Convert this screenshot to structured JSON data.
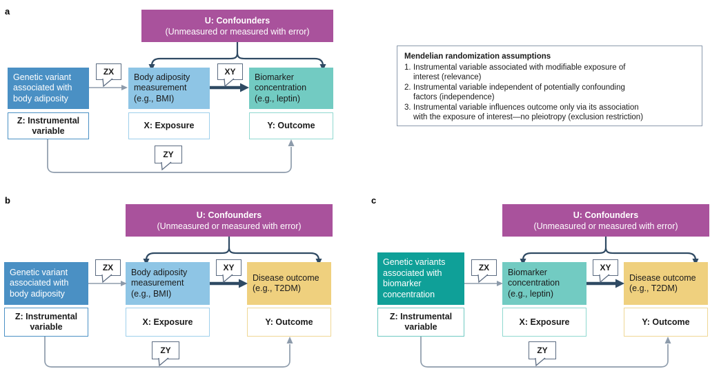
{
  "panels": [
    {
      "letter": "a",
      "confounder": {
        "title": "U: Confounders",
        "subtitle": "(Unmeasured or measured with error)",
        "color": "#a9529c"
      },
      "nodes": [
        {
          "id": "z",
          "lines": [
            "Genetic variant",
            "associated with",
            "body adiposity"
          ],
          "color": "#4a90c4",
          "text_color": "#ffffff",
          "label": "Z: Instrumental variable",
          "label_lines": [
            "Z: Instrumental",
            "variable"
          ],
          "label_border": "#4a90c4"
        },
        {
          "id": "x",
          "lines": [
            "Body adiposity",
            "measurement",
            "(e.g., BMI)"
          ],
          "color": "#8ec5e5",
          "text_color": "#1a1a1a",
          "label": "X: Exposure",
          "label_lines": [
            "X: Exposure"
          ],
          "label_border": "#9ecfeb"
        },
        {
          "id": "y",
          "lines": [
            "Biomarker",
            "concentration",
            "(e.g., leptin)"
          ],
          "color": "#72cbc2",
          "text_color": "#1a1a1a",
          "label": "Y: Outcome",
          "label_lines": [
            "Y: Outcome"
          ],
          "label_border": "#8fd8d0"
        }
      ],
      "edges": {
        "zx": "ZX",
        "xy": "XY",
        "zy": "ZY"
      }
    },
    {
      "letter": "b",
      "confounder": {
        "title": "U: Confounders",
        "subtitle": "(Unmeasured or measured with error)",
        "color": "#a9529c"
      },
      "nodes": [
        {
          "id": "z",
          "lines": [
            "Genetic variant",
            "associated with",
            "body adiposity"
          ],
          "color": "#4a90c4",
          "text_color": "#ffffff",
          "label": "Z: Instrumental variable",
          "label_lines": [
            "Z: Instrumental",
            "variable"
          ],
          "label_border": "#4a90c4"
        },
        {
          "id": "x",
          "lines": [
            "Body adiposity",
            "measurement",
            "(e.g., BMI)"
          ],
          "color": "#8ec5e5",
          "text_color": "#1a1a1a",
          "label": "X: Exposure",
          "label_lines": [
            "X: Exposure"
          ],
          "label_border": "#9ecfeb"
        },
        {
          "id": "y",
          "lines": [
            "Disease outcome",
            "(e.g., T2DM)"
          ],
          "color": "#efd07e",
          "text_color": "#1a1a1a",
          "label": "Y: Outcome",
          "label_lines": [
            "Y: Outcome"
          ],
          "label_border": "#efd795"
        }
      ],
      "edges": {
        "zx": "ZX",
        "xy": "XY",
        "zy": "ZY"
      }
    },
    {
      "letter": "c",
      "confounder": {
        "title": "U: Confounders",
        "subtitle": "(Unmeasured or measured with error)",
        "color": "#a9529c"
      },
      "nodes": [
        {
          "id": "z",
          "lines": [
            "Genetic variants",
            "associated with",
            "biomarker",
            "concentration"
          ],
          "color": "#0fa098",
          "text_color": "#ffffff",
          "label": "Z: Instrumental variable",
          "label_lines": [
            "Z: Instrumental",
            "variable"
          ],
          "label_border": "#6ec9c2"
        },
        {
          "id": "x",
          "lines": [
            "Biomarker",
            "concentration",
            "(e.g., leptin)"
          ],
          "color": "#72cbc2",
          "text_color": "#1a1a1a",
          "label": "X: Exposure",
          "label_lines": [
            "X: Exposure"
          ],
          "label_border": "#8fd8d0"
        },
        {
          "id": "y",
          "lines": [
            "Disease outcome",
            "(e.g., T2DM)"
          ],
          "color": "#efd07e",
          "text_color": "#1a1a1a",
          "label": "Y: Outcome",
          "label_lines": [
            "Y: Outcome"
          ],
          "label_border": "#efd795"
        }
      ],
      "edges": {
        "zx": "ZX",
        "xy": "XY",
        "zy": "ZY"
      }
    }
  ],
  "assumptions": {
    "title": "Mendelian randomization assumptions",
    "items": [
      {
        "num": "1.",
        "line1": "Instrumental variable associated with modifiable exposure of",
        "line2": "interest (relevance)"
      },
      {
        "num": "2.",
        "line1": "Instrumental variable independent of potentially confounding",
        "line2": "factors (independence)"
      },
      {
        "num": "3.",
        "line1": "Instrumental variable influences outcome only via its association",
        "line2": "with the exposure of interest—no pleiotropy (exclusion restriction)"
      }
    ]
  },
  "colors": {
    "confounder_purple": "#a9529c",
    "z_blue": "#4a90c4",
    "x_light_blue": "#8ec5e5",
    "biomarker_teal": "#72cbc2",
    "disease_yellow": "#efd07e",
    "z_dark_teal": "#0fa098",
    "arrow_navy": "#2f4a63",
    "arrow_gray": "#8d9bab"
  }
}
